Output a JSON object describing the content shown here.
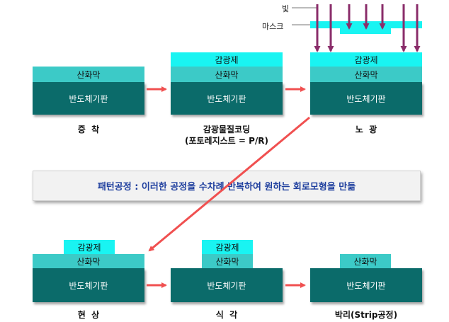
{
  "legend": {
    "light": "빛",
    "mask": "마스크"
  },
  "layers": {
    "photoresist": "감광제",
    "oxide": "산화막",
    "substrate": "반도체기판"
  },
  "steps": {
    "deposition": "증  착",
    "coating_line1": "감광물질코딩",
    "coating_line2": "(포토레지스트 = P/R)",
    "exposure": "노  광",
    "development": "현  상",
    "etching": "식  각",
    "strip": "박리(Strip공정)"
  },
  "banner": "패턴공정 : 이러한 공정을 수차례 반복하여 원하는 회로모형을 만듦",
  "colors": {
    "photoresist": "#19f4f2",
    "oxide": "#3ccac7",
    "substrate": "#0b6b6a",
    "arrow": "#f05050",
    "light_arrow": "#8a2d6a",
    "banner_text": "#1f3f9e"
  }
}
